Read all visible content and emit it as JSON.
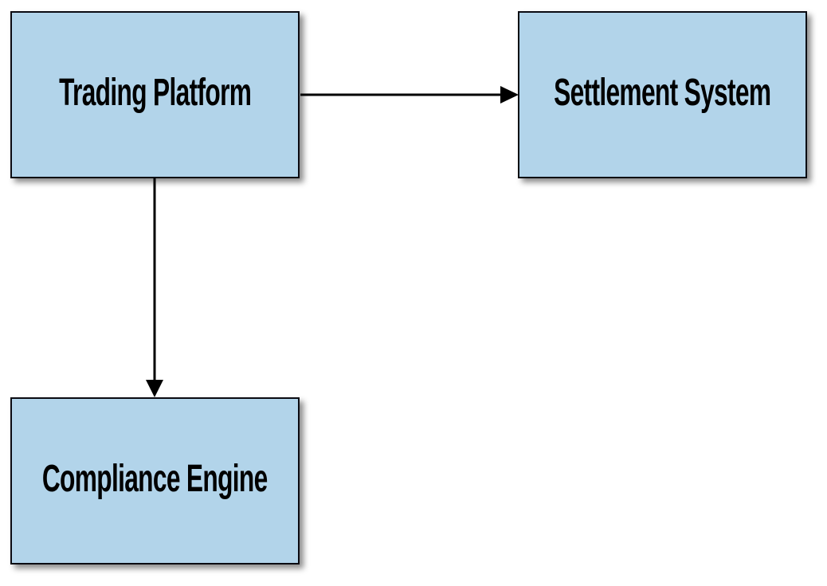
{
  "diagram": {
    "background_color": "#ffffff",
    "node_fill_color": "#b2d4ea",
    "node_border_color": "#0b0b12",
    "arrow_color": "#000000",
    "nodes": [
      {
        "id": "trading-platform",
        "label": "Trading Platform"
      },
      {
        "id": "settlement-system",
        "label": "Settlement System"
      },
      {
        "id": "compliance-engine",
        "label": "Compliance Engine"
      }
    ],
    "edges": [
      {
        "from": "trading-platform",
        "to": "settlement-system",
        "direction": "right",
        "label": ""
      },
      {
        "from": "trading-platform",
        "to": "compliance-engine",
        "direction": "down",
        "label": ""
      }
    ]
  }
}
